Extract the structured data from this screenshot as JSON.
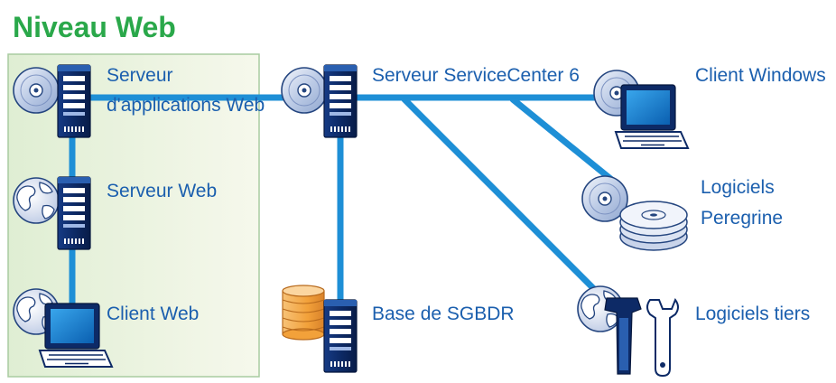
{
  "title": "Niveau Web",
  "labels": {
    "app_server_line1": "Serveur",
    "app_server_line2": "d'applications Web",
    "web_server": "Serveur Web",
    "web_client": "Client Web",
    "servicecenter": "Serveur ServiceCenter 6",
    "database": "Base de SGBDR",
    "windows_client": "Client Windows",
    "peregrine_line1": "Logiciels",
    "peregrine_line2": "Peregrine",
    "third_party": "Logiciels tiers"
  },
  "colors": {
    "title": "#2aa84a",
    "label": "#1b5fae",
    "link": "#1e8fd6",
    "panel_fill": "#eef5e4",
    "panel_border": "#a8cca0",
    "server_dark": "#0d2a66",
    "server_mid": "#2a5fb0",
    "screen": "#1a8ad8",
    "disk": "#c9d4ea",
    "db_orange": "#f4a640"
  },
  "icons": [
    "cd-icon",
    "globe-icon",
    "server-tower-icon",
    "laptop-icon",
    "database-icon",
    "disk-stack-icon",
    "tools-icon"
  ]
}
